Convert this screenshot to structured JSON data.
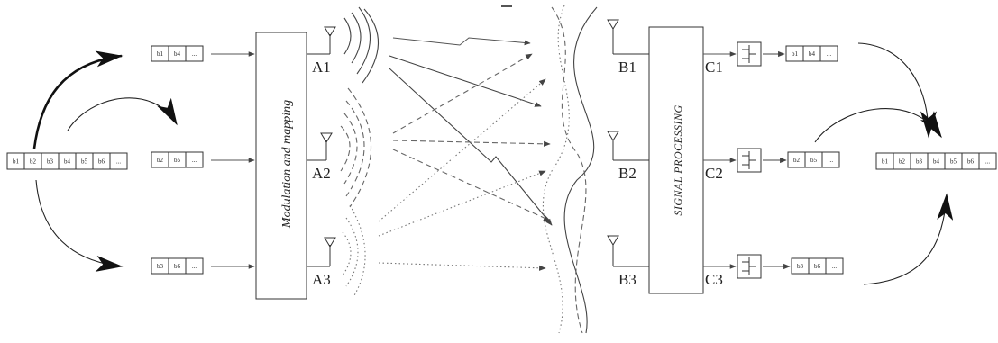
{
  "source_stream": [
    "b1",
    "b2",
    "b3",
    "b4",
    "b5",
    "b6",
    "..."
  ],
  "sub_streams": [
    [
      "b1",
      "b4",
      "..."
    ],
    [
      "b2",
      "b5",
      "..."
    ],
    [
      "b3",
      "b6",
      "..."
    ]
  ],
  "modulation_label": "Modulation and mapping",
  "tx_antennas": [
    "A1",
    "A2",
    "A3"
  ],
  "rx_antennas": [
    "B1",
    "B2",
    "B3"
  ],
  "signal_processing_label": "SIGNAL PROCESSING",
  "outputs": [
    "C1",
    "C2",
    "C3"
  ],
  "decoded_streams": [
    [
      "b1",
      "b4",
      "..."
    ],
    [
      "b2",
      "b5",
      "..."
    ],
    [
      "b3",
      "b6",
      "..."
    ]
  ],
  "output_stream": [
    "b1",
    "b2",
    "b3",
    "b4",
    "b5",
    "b6",
    "..."
  ]
}
